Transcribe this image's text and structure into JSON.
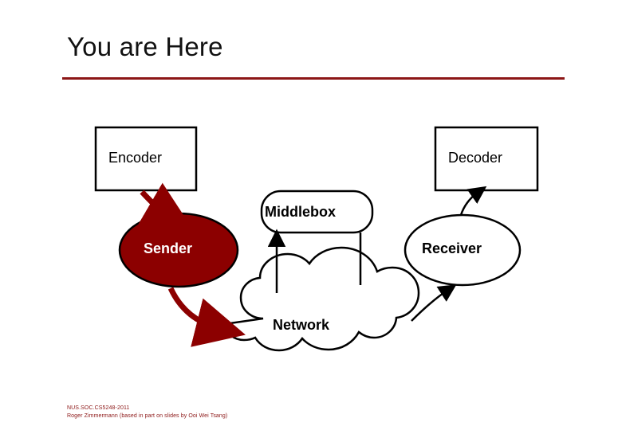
{
  "slide": {
    "title": "You are Here",
    "accent_color": "#8c1616",
    "sender_fill": "#8c0000",
    "footer": {
      "line1": "NUS.SOC.CS5248-2011",
      "line2": "Roger Zimmermann (based in part on slides by Ooi Wei Tsang)"
    },
    "nodes": {
      "encoder": "Encoder",
      "decoder": "Decoder",
      "middlebox": "Middlebox",
      "sender": "Sender",
      "receiver": "Receiver",
      "network": "Network"
    }
  }
}
